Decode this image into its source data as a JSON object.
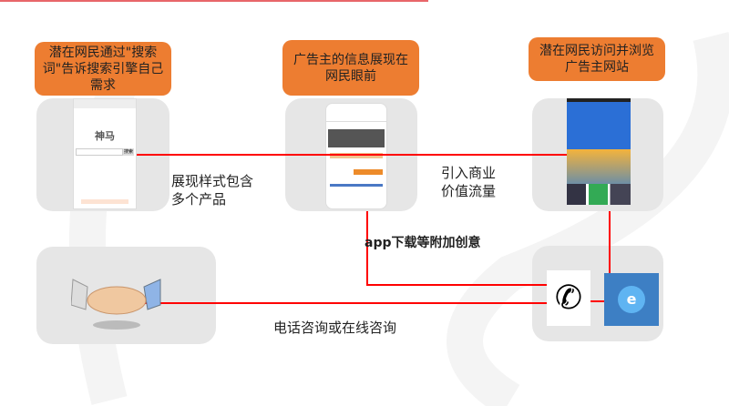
{
  "steps": [
    {
      "label": "潜在网民通过\"搜索词\"告诉搜索引擎自己需求"
    },
    {
      "label": "广告主的信息展现在网民眼前"
    },
    {
      "label": "潜在网民访问并浏览广告主网站"
    }
  ],
  "captions": {
    "display_styles": "展现样式包含多个产品",
    "traffic": "引入商业价值流量",
    "extra": "app下载等附加创意",
    "contact": "电话咨询或在线咨询"
  },
  "screens": {
    "search_logo": "神马",
    "search_button": "搜索"
  },
  "colors": {
    "accent": "#ed7d31",
    "line": "#ff0000",
    "panel": "#e6e6e6"
  }
}
